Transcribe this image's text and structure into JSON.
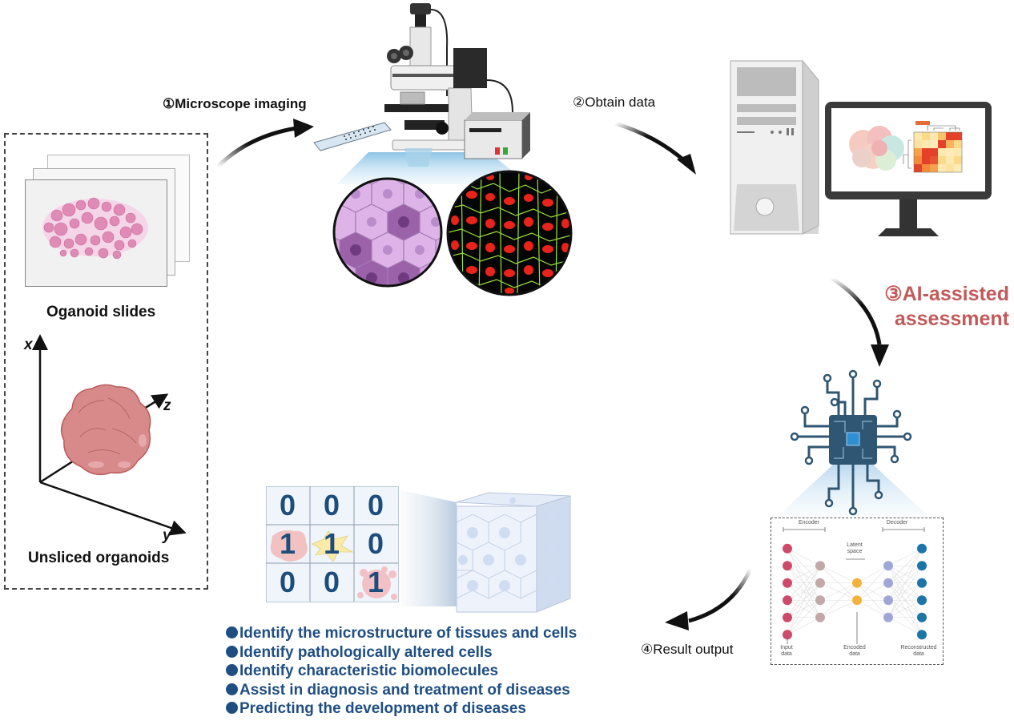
{
  "left_panel": {
    "slides_label": "Oganoid slides",
    "unsliced_label": "Unsliced organoids",
    "axes": {
      "x": "x",
      "y": "y",
      "z": "z"
    }
  },
  "steps": {
    "step1": "①Microscope imaging",
    "step2": "②Obtain data",
    "step3_line1": "③AI-assisted",
    "step3_line2": "assessment",
    "step4": "④Result output"
  },
  "autoencoder": {
    "encoder": "Encoder",
    "decoder": "Decoder",
    "latent_line1": "Latent",
    "latent_line2": "space",
    "input_line1": "Input",
    "input_line2": "data",
    "encoded_line1": "Encoded",
    "encoded_line2": "data",
    "recon_line1": "Reconstructed",
    "recon_line2": "data",
    "layers": [
      {
        "nodes": 6,
        "color": "#cf4a6a"
      },
      {
        "nodes": 4,
        "color": "#c3a8a8"
      },
      {
        "nodes": 2,
        "color": "#f2b33d"
      },
      {
        "nodes": 4,
        "color": "#9fa7d6"
      },
      {
        "nodes": 6,
        "color": "#1b75a8"
      }
    ]
  },
  "matrix": {
    "cells": [
      "0",
      "0",
      "0",
      "1",
      "1",
      "0",
      "0",
      "0",
      "1"
    ]
  },
  "outcomes": [
    "Identify the microstructure of tissues and cells",
    "Identify pathologically altered cells",
    "Identify characteristic biomolecules",
    "Assist in diagnosis and treatment of diseases",
    "Predicting the development of diseases"
  ],
  "colors": {
    "step3": "#c35a5a",
    "outcome_text": "#1f4e82",
    "chip": "#2f5672",
    "chip_core": "#2f8fd3"
  }
}
